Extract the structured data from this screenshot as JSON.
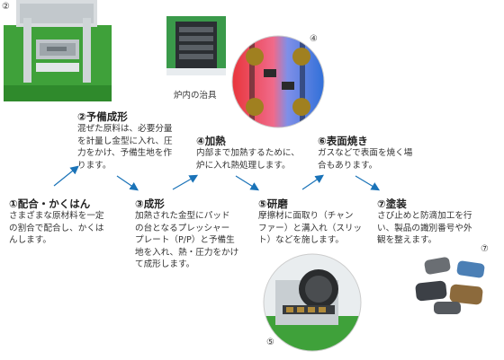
{
  "steps": [
    {
      "title": "①配合・かくはん",
      "lines": [
        "さまざまな原材料を一定",
        "の割合で配合し、かくは",
        "んします。"
      ]
    },
    {
      "title": "②予備成形",
      "lines": [
        "混ぜた原料は、必要分量",
        "を計量し金型に入れ、圧",
        "力をかけ、予備生地を作",
        "ります。"
      ]
    },
    {
      "title": "③成形",
      "lines": [
        "加熱された金型にパッド",
        "の台となるプレッシャー",
        "プレート（P/P）と予備生",
        "地を入れ、熱・圧力をかけ",
        "て成形します。"
      ]
    },
    {
      "title": "④加熱",
      "lines": [
        "内部まで加熱するために、",
        "炉に入れ熱処理します。"
      ]
    },
    {
      "title": "⑤研磨",
      "lines": [
        "摩擦材に面取り（チャン",
        "ファー）と溝入れ（スリッ",
        "ト）などを施します。"
      ]
    },
    {
      "title": "⑥表面焼き",
      "lines": [
        "ガスなどで表面を焼く場",
        "合もあります。"
      ]
    },
    {
      "title": "⑦塗装",
      "lines": [
        "さび止めと防滴加工を行",
        "い、製品の識別番号や外",
        "観を整えます。"
      ]
    }
  ],
  "photo_labels": {
    "p2": "②",
    "p4": "④",
    "p5": "⑤",
    "p7": "⑦"
  },
  "inset_caption": "炉内の治具",
  "colors": {
    "arrow": "#1a73b8",
    "machine_green": "#3fa13a",
    "furnace_red": "#e8343a",
    "furnace_blue": "#2f6fd8"
  }
}
